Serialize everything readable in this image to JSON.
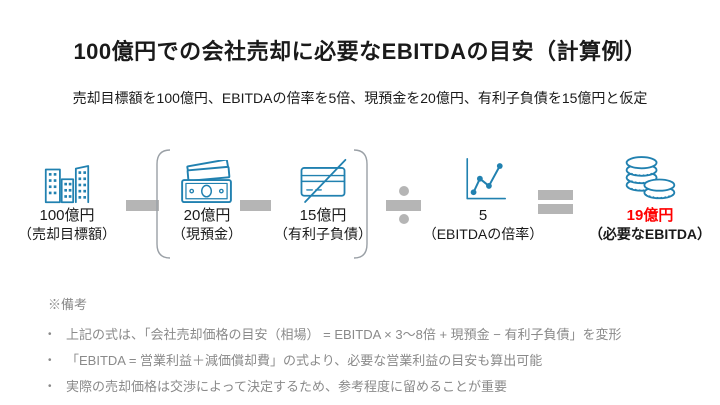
{
  "slide": {
    "title": "100億円での会社売却に必要なEBITDAの目安（計算例）",
    "subtitle": "売却目標額を100億円、EBITDAの倍率を5倍、現預金を20億円、有利子負債を15億円と仮定"
  },
  "formula": {
    "items": [
      {
        "icon": "office-buildings-icon",
        "value": "100億円",
        "label": "（売却目標額）"
      },
      {
        "icon": "banknotes-icon",
        "value": "20億円",
        "label": "（現預金）"
      },
      {
        "icon": "credit-card-slash-icon",
        "value": "15億円",
        "label": "（有利子負債）"
      },
      {
        "icon": "line-chart-icon",
        "value": "5",
        "label": "（EBITDAの倍率）"
      },
      {
        "icon": "coin-stack-icon",
        "value": "19億円",
        "label": "（必要なEBITDA）"
      }
    ],
    "operators": [
      "minus",
      "minus",
      "divide",
      "equals"
    ]
  },
  "notes": {
    "heading": "※備考",
    "bullet": "•",
    "items": [
      "上記の式は、「会社売却価格の目安（相場） = EBITDA × 3～8倍 + 現預金 − 有利子負債」を変形",
      "「EBITDA = 営業利益＋減価償却費」の式より、必要な営業利益の目安も算出可能",
      "実際の売却価格は交渉によって決定するため、参考程度に留めることが重要"
    ]
  },
  "colors": {
    "icon_blue": "#2181b0",
    "operator_gray": "#b5b5b5",
    "bracket_gray": "#9aa0a6",
    "note_gray": "#8a8a8a",
    "result_red": "#ff0000",
    "text_black": "#1a1a1a"
  }
}
